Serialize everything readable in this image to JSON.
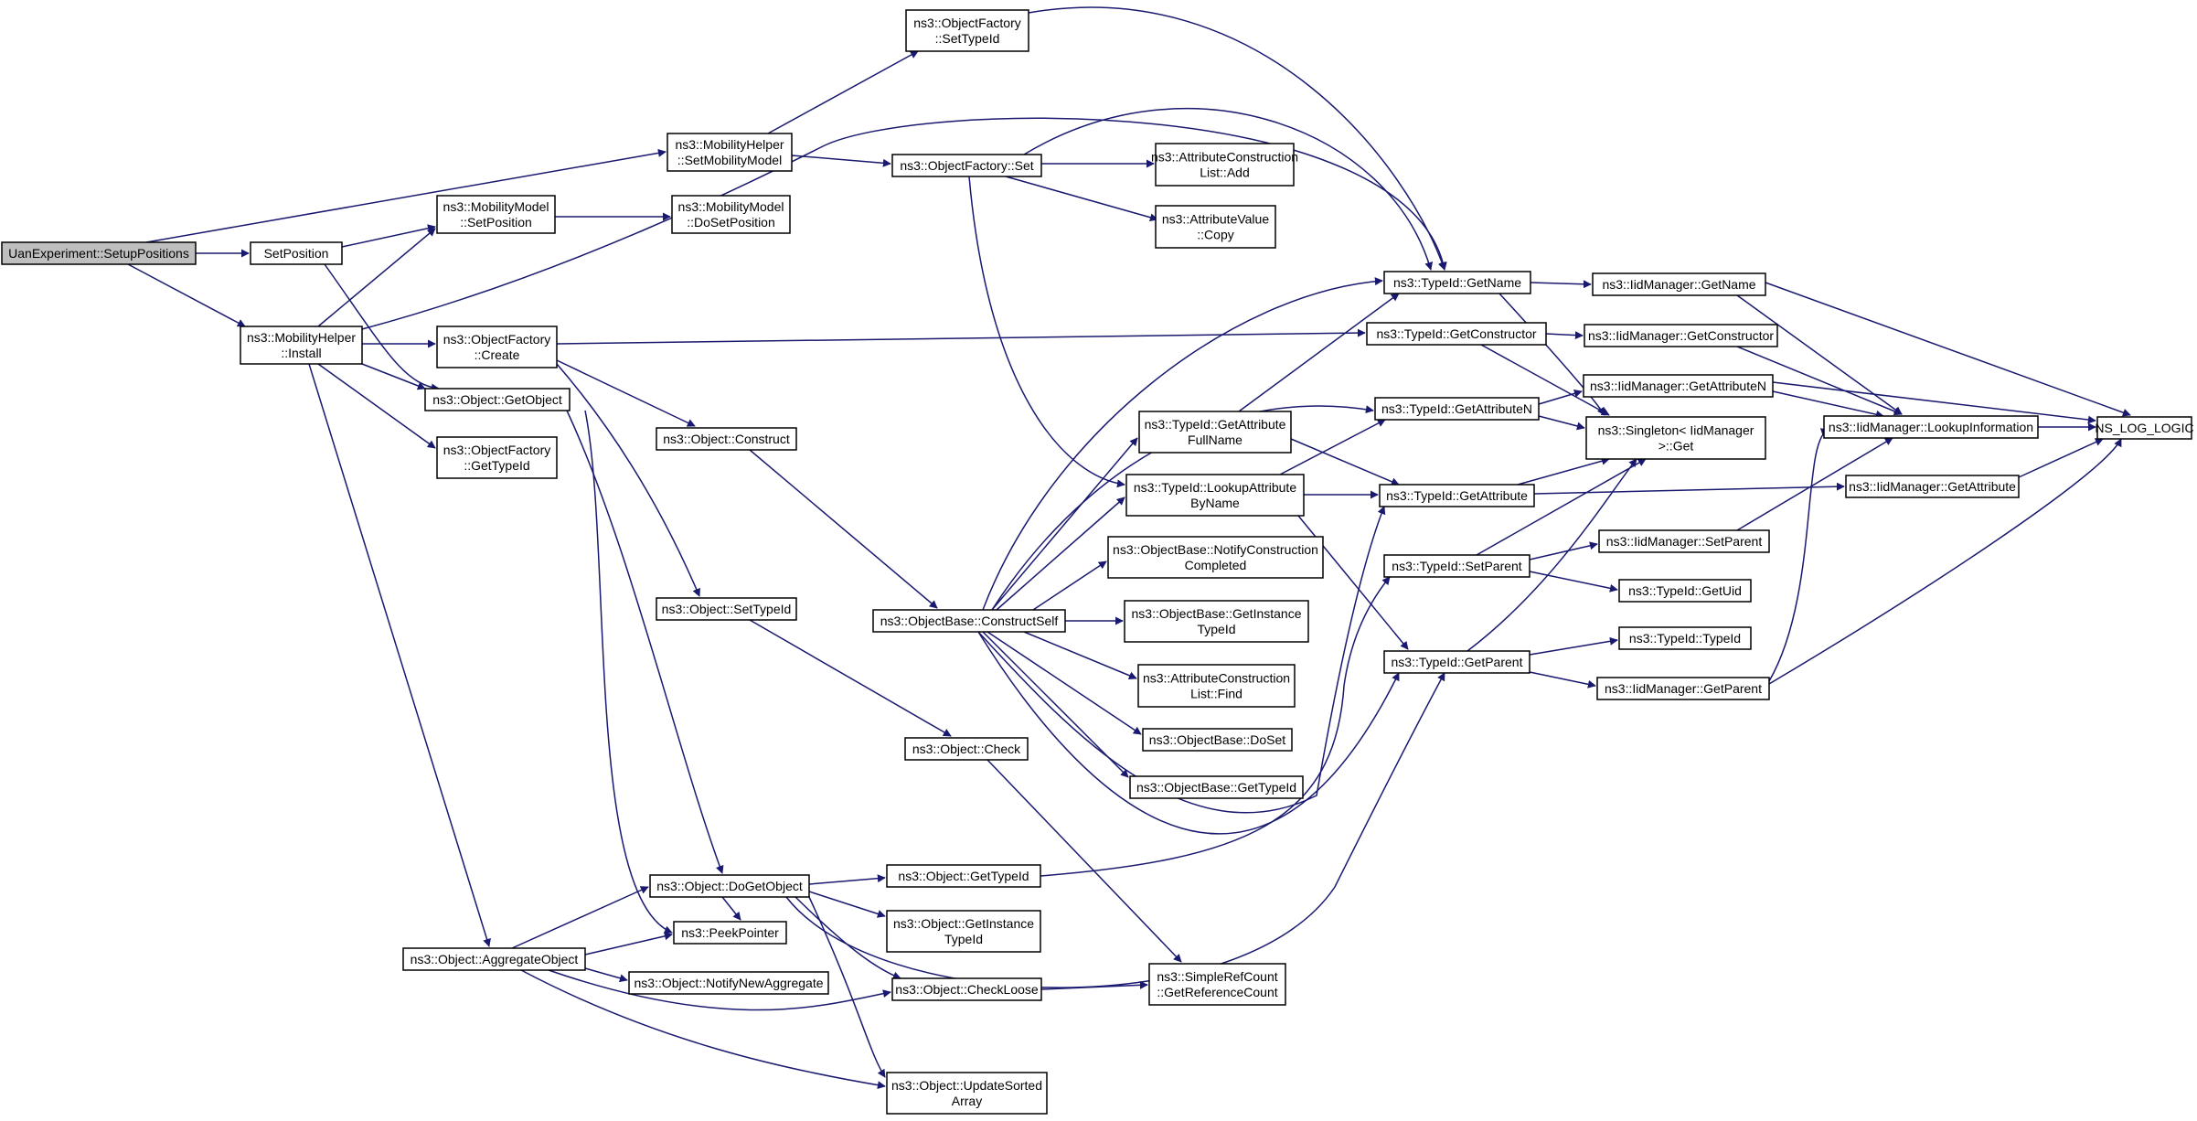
{
  "colors": {
    "edge": "#191970",
    "node_border": "#000000",
    "root_fill": "#bfbfbf",
    "node_fill": "#ffffff",
    "truncated_border": "#ff0000"
  },
  "nodes": {
    "setup_positions": {
      "lines": [
        "UanExperiment::SetupPositions"
      ],
      "style": "root"
    },
    "set_position": {
      "lines": [
        "SetPosition"
      ]
    },
    "mh_install": {
      "lines": [
        "ns3::MobilityHelper",
        "::Install"
      ]
    },
    "mm_set_position": {
      "lines": [
        "ns3::MobilityModel",
        "::SetPosition"
      ]
    },
    "mm_do_set_position": {
      "lines": [
        "ns3::MobilityModel",
        "::DoSetPosition"
      ]
    },
    "mh_set_mobility_model": {
      "lines": [
        "ns3::MobilityHelper",
        "::SetMobilityModel"
      ]
    },
    "of_set_type_id": {
      "lines": [
        "ns3::ObjectFactory",
        "::SetTypeId"
      ]
    },
    "of_set": {
      "lines": [
        "ns3::ObjectFactory::Set"
      ]
    },
    "acl_add": {
      "lines": [
        "ns3::AttributeConstruction",
        "List::Add"
      ]
    },
    "av_copy": {
      "lines": [
        "ns3::AttributeValue",
        "::Copy"
      ]
    },
    "of_create": {
      "lines": [
        "ns3::ObjectFactory",
        "::Create"
      ]
    },
    "obj_get_object": {
      "lines": [
        "ns3::Object::GetObject"
      ]
    },
    "of_get_type_id": {
      "lines": [
        "ns3::ObjectFactory",
        "::GetTypeId"
      ]
    },
    "obj_construct": {
      "lines": [
        "ns3::Object::Construct"
      ]
    },
    "obj_set_type_id": {
      "lines": [
        "ns3::Object::SetTypeId"
      ]
    },
    "obj_check": {
      "lines": [
        "ns3::Object::Check"
      ]
    },
    "ob_construct_self": {
      "lines": [
        "ns3::ObjectBase::ConstructSelf"
      ]
    },
    "tid_get_attr_full_name": {
      "lines": [
        "ns3::TypeId::GetAttribute",
        "FullName"
      ]
    },
    "tid_lookup_attr_by_name": {
      "lines": [
        "ns3::TypeId::LookupAttribute",
        "ByName"
      ]
    },
    "ob_notify_construction_completed": {
      "lines": [
        "ns3::ObjectBase::NotifyConstruction",
        "Completed"
      ]
    },
    "ob_get_instance_type_id": {
      "lines": [
        "ns3::ObjectBase::GetInstance",
        "TypeId"
      ]
    },
    "acl_find": {
      "lines": [
        "ns3::AttributeConstruction",
        "List::Find"
      ]
    },
    "ob_do_set": {
      "lines": [
        "ns3::ObjectBase::DoSet"
      ]
    },
    "ob_get_type_id": {
      "lines": [
        "ns3::ObjectBase::GetTypeId"
      ],
      "style": "truncated"
    },
    "tid_get_name": {
      "lines": [
        "ns3::TypeId::GetName"
      ]
    },
    "tid_get_constructor": {
      "lines": [
        "ns3::TypeId::GetConstructor"
      ]
    },
    "tid_get_attribute_n": {
      "lines": [
        "ns3::TypeId::GetAttributeN"
      ]
    },
    "tid_get_attribute": {
      "lines": [
        "ns3::TypeId::GetAttribute"
      ]
    },
    "tid_set_parent": {
      "lines": [
        "ns3::TypeId::SetParent"
      ]
    },
    "tid_get_parent": {
      "lines": [
        "ns3::TypeId::GetParent"
      ]
    },
    "singleton_get": {
      "lines": [
        "ns3::Singleton< IidManager",
        " >::Get"
      ]
    },
    "iid_get_name": {
      "lines": [
        "ns3::IidManager::GetName"
      ]
    },
    "iid_get_constructor": {
      "lines": [
        "ns3::IidManager::GetConstructor"
      ]
    },
    "iid_get_attribute_n": {
      "lines": [
        "ns3::IidManager::GetAttributeN"
      ]
    },
    "iid_lookup_information": {
      "lines": [
        "ns3::IidManager::LookupInformation"
      ]
    },
    "iid_get_attribute": {
      "lines": [
        "ns3::IidManager::GetAttribute"
      ]
    },
    "iid_set_parent": {
      "lines": [
        "ns3::IidManager::SetParent"
      ]
    },
    "tid_get_uid": {
      "lines": [
        "ns3::TypeId::GetUid"
      ]
    },
    "tid_type_id": {
      "lines": [
        "ns3::TypeId::TypeId"
      ]
    },
    "iid_get_parent": {
      "lines": [
        "ns3::IidManager::GetParent"
      ]
    },
    "ns_log_logic": {
      "lines": [
        "NS_LOG_LOGIC"
      ]
    },
    "obj_do_get_object": {
      "lines": [
        "ns3::Object::DoGetObject"
      ]
    },
    "obj_get_type_id": {
      "lines": [
        "ns3::Object::GetTypeId"
      ]
    },
    "obj_get_instance_type_id": {
      "lines": [
        "ns3::Object::GetInstance",
        "TypeId"
      ]
    },
    "peek_pointer": {
      "lines": [
        "ns3::PeekPointer"
      ]
    },
    "obj_aggregate_object": {
      "lines": [
        "ns3::Object::AggregateObject"
      ]
    },
    "obj_notify_new_aggregate": {
      "lines": [
        "ns3::Object::NotifyNewAggregate"
      ]
    },
    "obj_check_loose": {
      "lines": [
        "ns3::Object::CheckLoose"
      ]
    },
    "src_get_reference_count": {
      "lines": [
        "ns3::SimpleRefCount",
        "::GetReferenceCount"
      ]
    },
    "obj_update_sorted_array": {
      "lines": [
        "ns3::Object::UpdateSorted",
        "Array"
      ]
    }
  },
  "edges": [
    [
      "setup_positions",
      "set_position"
    ],
    [
      "setup_positions",
      "mh_install"
    ],
    [
      "setup_positions",
      "mh_set_mobility_model"
    ],
    [
      "set_position",
      "mm_set_position"
    ],
    [
      "set_position",
      "obj_get_object"
    ],
    [
      "mm_set_position",
      "mm_do_set_position"
    ],
    [
      "mh_set_mobility_model",
      "of_set_type_id"
    ],
    [
      "mh_set_mobility_model",
      "of_set"
    ],
    [
      "of_set_type_id",
      "tid_get_name"
    ],
    [
      "of_set",
      "acl_add"
    ],
    [
      "of_set",
      "av_copy"
    ],
    [
      "of_set",
      "tid_get_name"
    ],
    [
      "of_set",
      "tid_lookup_attr_by_name"
    ],
    [
      "mh_install",
      "mm_set_position"
    ],
    [
      "mh_install",
      "of_create"
    ],
    [
      "mh_install",
      "obj_get_object"
    ],
    [
      "mh_install",
      "of_get_type_id"
    ],
    [
      "mh_install",
      "tid_get_name"
    ],
    [
      "mh_install",
      "obj_aggregate_object"
    ],
    [
      "of_create",
      "tid_get_constructor"
    ],
    [
      "of_create",
      "obj_construct"
    ],
    [
      "of_create",
      "obj_set_type_id"
    ],
    [
      "obj_get_object",
      "obj_do_get_object"
    ],
    [
      "obj_get_object",
      "peek_pointer"
    ],
    [
      "obj_construct",
      "ob_construct_self"
    ],
    [
      "obj_set_type_id",
      "obj_check"
    ],
    [
      "obj_check",
      "src_get_reference_count"
    ],
    [
      "ob_construct_self",
      "tid_get_attr_full_name"
    ],
    [
      "ob_construct_self",
      "tid_lookup_attr_by_name"
    ],
    [
      "ob_construct_self",
      "ob_notify_construction_completed"
    ],
    [
      "ob_construct_self",
      "ob_get_instance_type_id"
    ],
    [
      "ob_construct_self",
      "acl_find"
    ],
    [
      "ob_construct_self",
      "ob_do_set"
    ],
    [
      "ob_construct_self",
      "ob_get_type_id"
    ],
    [
      "ob_construct_self",
      "tid_get_name"
    ],
    [
      "ob_construct_self",
      "tid_get_attribute_n"
    ],
    [
      "ob_construct_self",
      "tid_get_attribute"
    ],
    [
      "ob_construct_self",
      "tid_get_parent"
    ],
    [
      "tid_get_attr_full_name",
      "tid_get_name"
    ],
    [
      "tid_get_attr_full_name",
      "tid_get_attribute"
    ],
    [
      "tid_lookup_attr_by_name",
      "tid_get_attribute_n"
    ],
    [
      "tid_lookup_attr_by_name",
      "tid_get_attribute"
    ],
    [
      "tid_lookup_attr_by_name",
      "tid_get_parent"
    ],
    [
      "tid_get_name",
      "iid_get_name"
    ],
    [
      "tid_get_name",
      "singleton_get"
    ],
    [
      "tid_get_constructor",
      "iid_get_constructor"
    ],
    [
      "tid_get_constructor",
      "singleton_get"
    ],
    [
      "tid_get_attribute_n",
      "iid_get_attribute_n"
    ],
    [
      "tid_get_attribute_n",
      "singleton_get"
    ],
    [
      "tid_get_attribute",
      "iid_get_attribute"
    ],
    [
      "tid_get_attribute",
      "singleton_get"
    ],
    [
      "tid_set_parent",
      "iid_set_parent"
    ],
    [
      "tid_set_parent",
      "tid_get_uid"
    ],
    [
      "tid_set_parent",
      "singleton_get"
    ],
    [
      "tid_get_parent",
      "tid_type_id"
    ],
    [
      "tid_get_parent",
      "iid_get_parent"
    ],
    [
      "tid_get_parent",
      "singleton_get"
    ],
    [
      "iid_get_name",
      "iid_lookup_information"
    ],
    [
      "iid_get_name",
      "ns_log_logic"
    ],
    [
      "iid_get_constructor",
      "iid_lookup_information"
    ],
    [
      "iid_get_attribute_n",
      "iid_lookup_information"
    ],
    [
      "iid_get_attribute_n",
      "ns_log_logic"
    ],
    [
      "iid_lookup_information",
      "ns_log_logic"
    ],
    [
      "iid_get_attribute",
      "ns_log_logic"
    ],
    [
      "iid_set_parent",
      "iid_lookup_information"
    ],
    [
      "iid_get_parent",
      "iid_lookup_information"
    ],
    [
      "iid_get_parent",
      "ns_log_logic"
    ],
    [
      "obj_aggregate_object",
      "obj_do_get_object"
    ],
    [
      "obj_aggregate_object",
      "peek_pointer"
    ],
    [
      "obj_aggregate_object",
      "obj_notify_new_aggregate"
    ],
    [
      "obj_aggregate_object",
      "obj_check_loose"
    ],
    [
      "obj_aggregate_object",
      "obj_update_sorted_array"
    ],
    [
      "obj_do_get_object",
      "obj_get_type_id"
    ],
    [
      "obj_do_get_object",
      "obj_get_instance_type_id"
    ],
    [
      "obj_do_get_object",
      "peek_pointer"
    ],
    [
      "obj_do_get_object",
      "obj_check_loose"
    ],
    [
      "obj_do_get_object",
      "obj_update_sorted_array"
    ],
    [
      "obj_do_get_object",
      "tid_get_parent"
    ],
    [
      "obj_get_type_id",
      "tid_set_parent"
    ],
    [
      "obj_check_loose",
      "src_get_reference_count"
    ]
  ]
}
